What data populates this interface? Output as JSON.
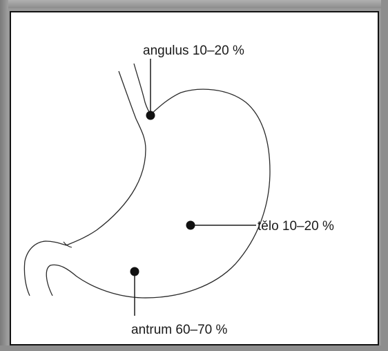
{
  "labels": {
    "angulus": "angulus 10–20 %",
    "telo": "tělo 10–20 %",
    "antrum": "antrum 60–70 %"
  },
  "colors": {
    "background": "#ffffff",
    "border": "#111111",
    "outline": "#2a2a2a",
    "dot": "#111111",
    "frame": "#9a9a9a"
  }
}
